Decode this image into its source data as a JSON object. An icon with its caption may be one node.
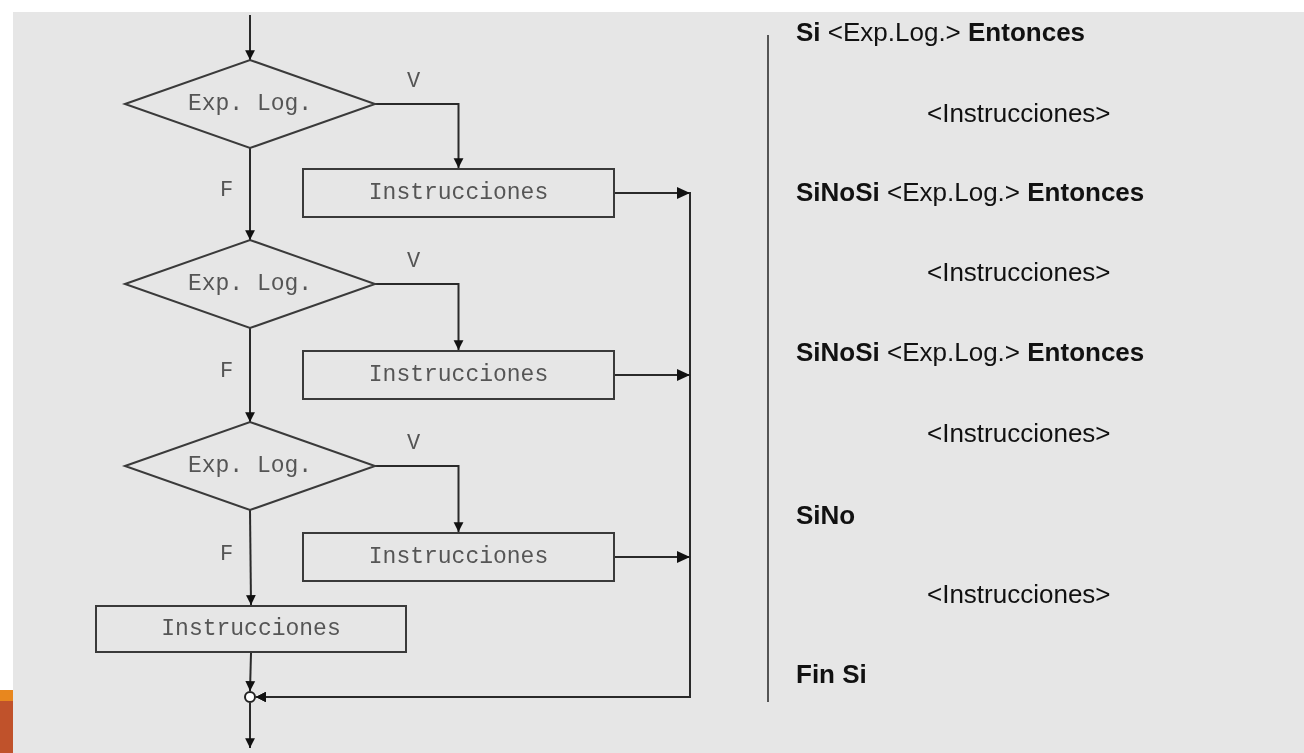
{
  "diagram": {
    "nodes": [
      {
        "text": [
          "Exp. Log."
        ]
      },
      {
        "text": [
          "Instrucciones"
        ]
      },
      {
        "text": [
          "Exp. Log."
        ]
      },
      {
        "text": [
          "Instrucciones"
        ]
      },
      {
        "text": [
          "Exp. Log."
        ]
      },
      {
        "text": [
          "Instrucciones"
        ]
      },
      {
        "text": [
          "Instrucciones"
        ]
      },
      {
        "text": [],
        "shape": "circle"
      }
    ],
    "edges": [
      {
        "from": null,
        "to": 0,
        "arrow": "to"
      },
      {
        "from": 0,
        "to": 1,
        "arrow": "to",
        "label": "V"
      },
      {
        "from": 0,
        "to": 2,
        "arrow": "to",
        "label": "F"
      },
      {
        "from": 2,
        "to": 3,
        "arrow": "to",
        "label": "V"
      },
      {
        "from": 2,
        "to": 4,
        "arrow": "to",
        "label": "F"
      },
      {
        "from": 4,
        "to": 5,
        "arrow": "to",
        "label": "V"
      },
      {
        "from": 4,
        "to": 6,
        "arrow": "to",
        "label": "F"
      },
      {
        "from": 1,
        "to": 7,
        "arrow": "to"
      },
      {
        "from": 3,
        "to": 7,
        "arrow": "to"
      },
      {
        "from": 5,
        "to": 7,
        "arrow": "to"
      },
      {
        "from": 6,
        "to": 7,
        "arrow": "to"
      },
      {
        "from": 7,
        "to": null,
        "arrow": "to"
      }
    ],
    "labels": [
      "**Si** <Exp.Log.> **Entonces**",
      "<Instrucciones>",
      "**SiNoSi** <Exp.Log.> **Entonces**",
      "<Instrucciones>",
      "**SiNoSi** <Exp.Log.> **Entonces**",
      "<Instrucciones>",
      "SiNo",
      "<Instrucciones>",
      "Fin Si"
    ]
  }
}
